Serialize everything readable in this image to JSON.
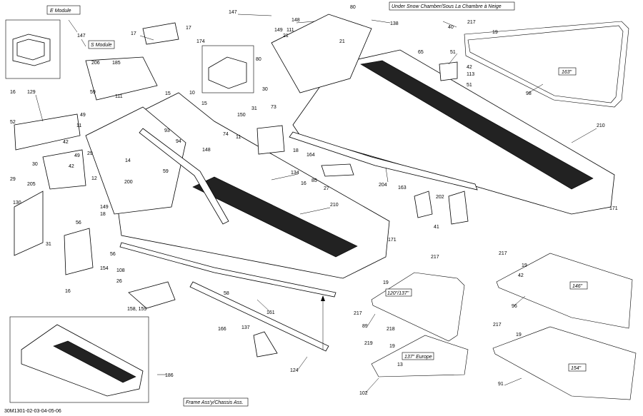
{
  "labels": {
    "e_module": "E Module",
    "s_module": "S Module",
    "under_snow": "Under Snow Chamber/Sous La Chambre à Neige",
    "len_163": "163\"",
    "len_120_137": "120\"/137\"",
    "len_146": "146\"",
    "len_137_europe": "137\" Europe",
    "len_154": "154\"",
    "frame_assy": "Frame Ass'y/Chassis Ass.",
    "ref_code": "30M1301-02-03-04-05-06"
  },
  "callouts": {
    "c147a": "147",
    "c147b": "147",
    "c80a": "80",
    "c148a": "148",
    "c138": "138",
    "c40": "40",
    "c217a": "217",
    "c19a": "19",
    "c17a": "17",
    "c17b": "17",
    "c174": "174",
    "c149a": "149",
    "c111a": "111",
    "c21a": "21",
    "c21b": "21",
    "c80b": "80",
    "c65": "65",
    "c51a": "51",
    "c42a": "42",
    "c113": "113",
    "c51b": "51",
    "c163a": "163\"",
    "c98": "98",
    "c206": "206",
    "c185": "185",
    "c16a": "16",
    "c129": "129",
    "c59a": "59",
    "c111b": "111",
    "c15a": "15",
    "c10": "10",
    "c15b": "15",
    "c30a": "30",
    "c73": "73",
    "c31a": "31",
    "c150": "150",
    "c52": "52",
    "c49a": "49",
    "c11a": "11",
    "c93": "93",
    "c74": "74",
    "c94": "94",
    "c148b": "148",
    "c11b": "11",
    "c18a": "18",
    "c210a": "210",
    "c42b": "42",
    "c49b": "49",
    "c29a": "29",
    "c14": "14",
    "c59b": "59",
    "c164": "164",
    "c30b": "30",
    "c42c": "42",
    "c12": "12",
    "c200": "200",
    "c134": "134",
    "c85": "85",
    "c27": "27",
    "c204": "204",
    "c29b": "29",
    "c205": "205",
    "c16b": "16",
    "c163b": "163",
    "c202": "202",
    "c171a": "171",
    "c130": "130",
    "c149b": "149",
    "c18b": "18",
    "c210b": "210",
    "c41": "41",
    "c56a": "56",
    "c171b": "171",
    "c31b": "31",
    "c56b": "56",
    "c154": "154",
    "c217b": "217",
    "c217c": "217",
    "c108": "108",
    "c26": "26",
    "c19b": "19",
    "c19c": "19",
    "c42d": "42",
    "c16c": "16",
    "c58": "58",
    "c158": "158, 159",
    "c161": "161",
    "c217d": "217",
    "c96": "96",
    "c89": "89",
    "c166": "166",
    "c137": "137",
    "c218": "218",
    "c217e": "217",
    "c19d": "19",
    "c219": "219",
    "c19e": "19",
    "c13": "13",
    "c124": "124",
    "c186": "186",
    "c102": "102",
    "c91": "91"
  },
  "colors": {
    "line": "#000000",
    "panel": "#222222",
    "background": "#ffffff"
  }
}
